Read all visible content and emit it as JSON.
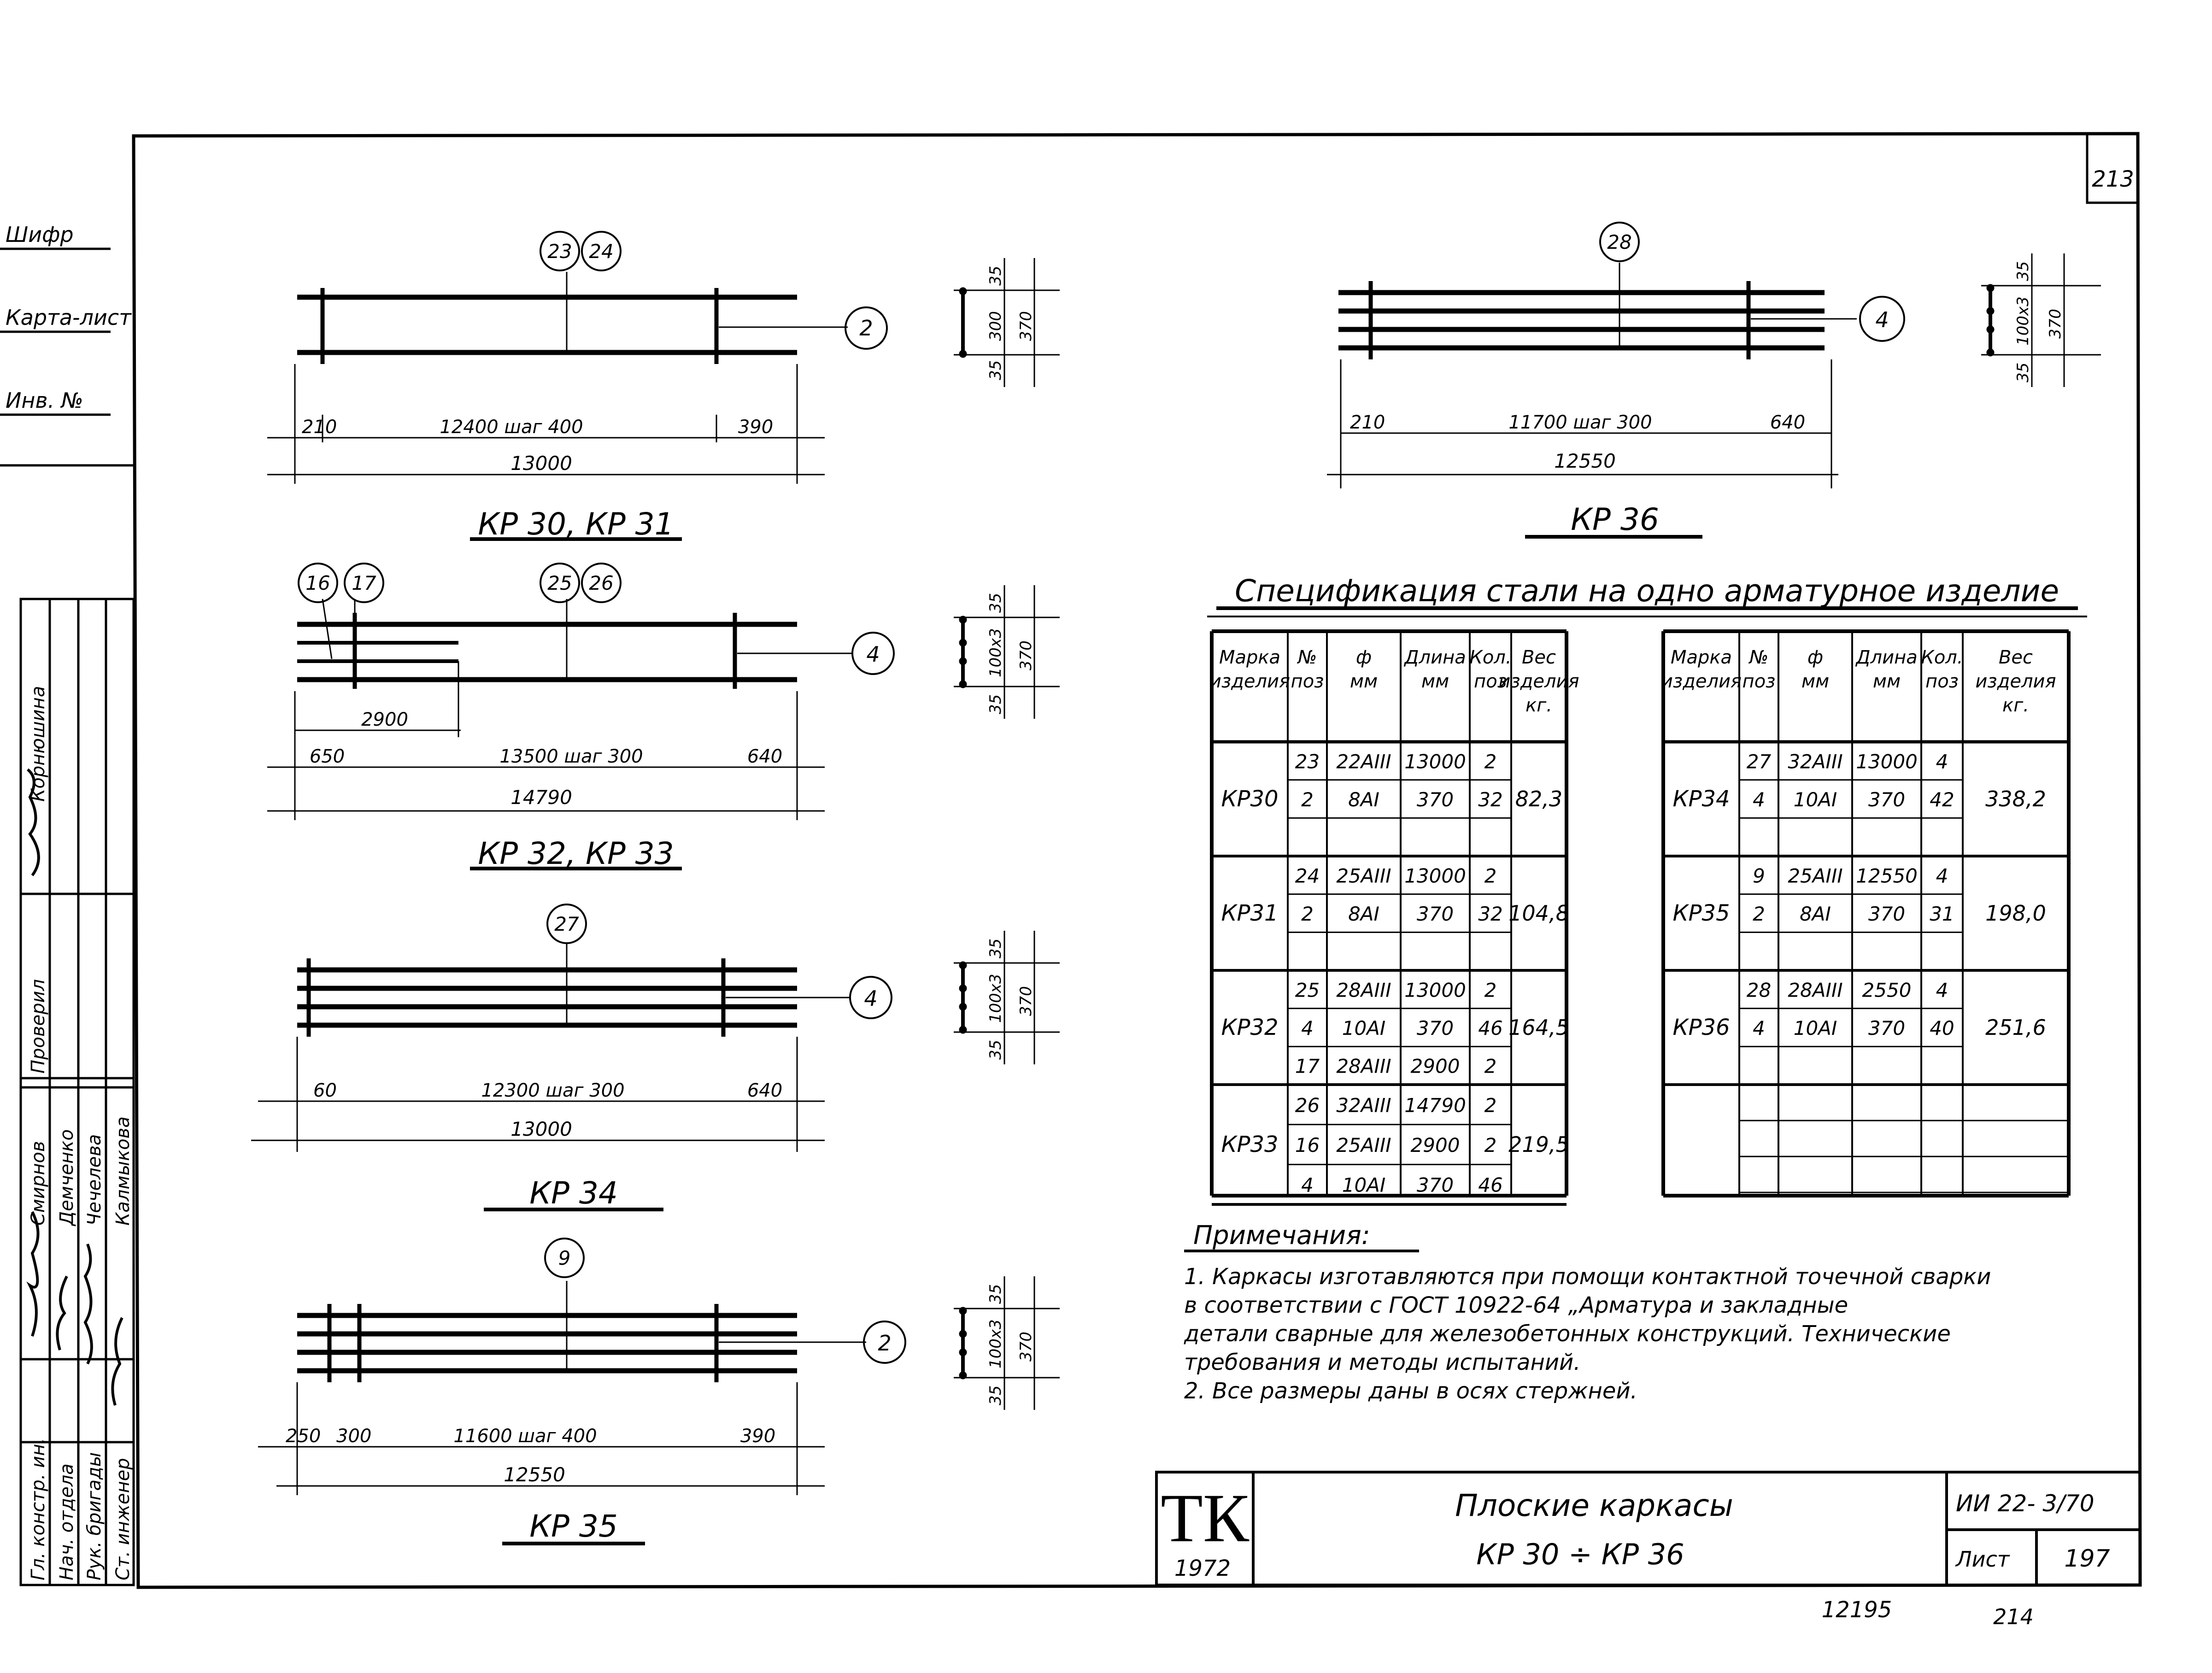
{
  "page_number": "213",
  "side_stamp": {
    "shifr": "Шифр",
    "karta_list": "Карта-лист",
    "inv_no": "Инв. №",
    "roles": [
      "Гл. констр. ин.",
      "Нач. отдела",
      "Рук. бригады",
      "Ст. инженер"
    ],
    "names": [
      "Смирнов",
      "Демченко",
      "Чечелева",
      "Калмыкова"
    ],
    "proveril_label": "Проверил",
    "proveril_name": "Корнюшина"
  },
  "drawings": {
    "kr30": {
      "title": "КР 30, КР 31",
      "callouts": [
        "23",
        "24"
      ],
      "side_callout": "2",
      "dims": {
        "left": "210",
        "mid": "12400 шаг 400",
        "right": "390",
        "total": "13000"
      },
      "section": {
        "top": "35",
        "mid": "300",
        "bot": "35",
        "total": "370"
      }
    },
    "kr32": {
      "title": "КР 32, КР 33",
      "callouts": [
        "16",
        "17",
        "25",
        "26"
      ],
      "side_callout": "4",
      "dims": {
        "inner": "2900",
        "left": "650",
        "mid": "13500 шаг 300",
        "right": "640",
        "total": "14790"
      },
      "section": {
        "top": "35",
        "mid": "100x3",
        "bot": "35",
        "total": "370"
      }
    },
    "kr34": {
      "title": "КР 34",
      "callouts": [
        "27"
      ],
      "side_callout": "4",
      "dims": {
        "left": "60",
        "mid": "12300 шаг 300",
        "right": "640",
        "total": "13000"
      },
      "section": {
        "top": "35",
        "mid": "100x3",
        "bot": "35",
        "total": "370"
      }
    },
    "kr35": {
      "title": "КР 35",
      "callouts": [
        "9"
      ],
      "side_callout": "2",
      "dims": {
        "left": "250",
        "left2": "300",
        "mid": "11600 шаг 400",
        "right": "390",
        "total": "12550"
      },
      "section": {
        "top": "35",
        "mid": "100x3",
        "bot": "35",
        "total": "370"
      }
    },
    "kr36": {
      "title": "КР 36",
      "callouts": [
        "28"
      ],
      "side_callout": "4",
      "dims": {
        "left": "210",
        "mid": "11700 шаг 300",
        "right": "640",
        "total": "12550"
      },
      "section": {
        "top": "35",
        "mid": "100x3",
        "bot": "35",
        "total": "370"
      }
    }
  },
  "spec": {
    "title": "Спецификация стали на одно арматурное изделие",
    "headers": [
      [
        "Марка",
        "изделия"
      ],
      [
        "№",
        "поз"
      ],
      [
        "ф",
        "мм"
      ],
      [
        "Длина",
        "мм"
      ],
      [
        "Кол.",
        "поз"
      ],
      [
        "Вес",
        "изделия",
        "кг."
      ]
    ],
    "left": [
      {
        "mark": "КР30",
        "weight": "82,3",
        "rows": [
          [
            "23",
            "22АIII",
            "13000",
            "2"
          ],
          [
            "2",
            "8АI",
            "370",
            "32"
          ]
        ]
      },
      {
        "mark": "КР31",
        "weight": "104,8",
        "rows": [
          [
            "24",
            "25АIII",
            "13000",
            "2"
          ],
          [
            "2",
            "8АI",
            "370",
            "32"
          ]
        ]
      },
      {
        "mark": "КР32",
        "weight": "164,5",
        "rows": [
          [
            "25",
            "28АIII",
            "13000",
            "2"
          ],
          [
            "4",
            "10АI",
            "370",
            "46"
          ],
          [
            "17",
            "28АIII",
            "2900",
            "2"
          ]
        ]
      },
      {
        "mark": "КР33",
        "weight": "219,5",
        "rows": [
          [
            "26",
            "32АIII",
            "14790",
            "2"
          ],
          [
            "16",
            "25АIII",
            "2900",
            "2"
          ],
          [
            "4",
            "10АI",
            "370",
            "46"
          ]
        ]
      }
    ],
    "right": [
      {
        "mark": "КР34",
        "weight": "338,2",
        "rows": [
          [
            "27",
            "32АIII",
            "13000",
            "4"
          ],
          [
            "4",
            "10АI",
            "370",
            "42"
          ]
        ]
      },
      {
        "mark": "КР35",
        "weight": "198,0",
        "rows": [
          [
            "9",
            "25АIII",
            "12550",
            "4"
          ],
          [
            "2",
            "8АI",
            "370",
            "31"
          ]
        ]
      },
      {
        "mark": "КР36",
        "weight": "251,6",
        "rows": [
          [
            "28",
            "28АIII",
            "2550",
            "4"
          ],
          [
            "4",
            "10АI",
            "370",
            "40"
          ]
        ]
      }
    ]
  },
  "notes": {
    "title": "Примечания:",
    "lines": [
      "1. Каркасы изготавляются при помощи контактной точечной сварки",
      "в соответствии с ГОСТ 10922-64 „Арматура и закладные",
      "детали сварные для железобетонных конструкций. Технические",
      "требования и методы испытаний.",
      "2. Все размеры даны в осях стержней."
    ]
  },
  "title_block": {
    "logo": "ТК",
    "year": "1972",
    "name_line1": "Плоские каркасы",
    "name_line2": "КР 30 ÷ КР 36",
    "series": "ИИ 22- 3/70",
    "sheet_label": "Лист",
    "sheet_no": "197"
  },
  "footer": {
    "left": "12195",
    "right": "214"
  }
}
